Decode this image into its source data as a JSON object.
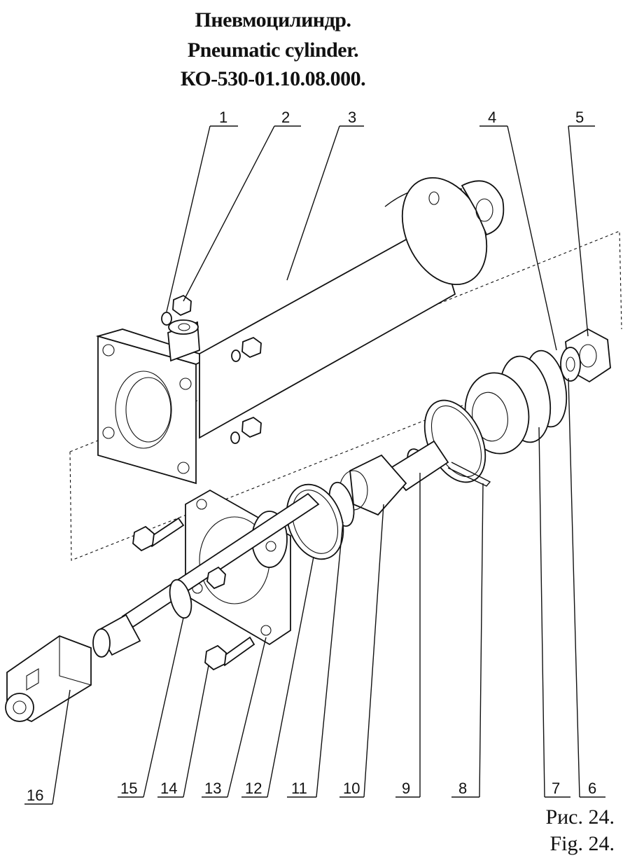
{
  "title": {
    "line1": "Пневмоцилиндр.",
    "line2": "Pneumatic cylinder.",
    "line3": "КО-530-01.10.08.000."
  },
  "figure": {
    "ru": "Рис. 24.",
    "en": "Fig. 24."
  },
  "callouts": [
    "1",
    "2",
    "3",
    "4",
    "5",
    "6",
    "7",
    "8",
    "9",
    "10",
    "11",
    "12",
    "13",
    "14",
    "15",
    "16"
  ]
}
